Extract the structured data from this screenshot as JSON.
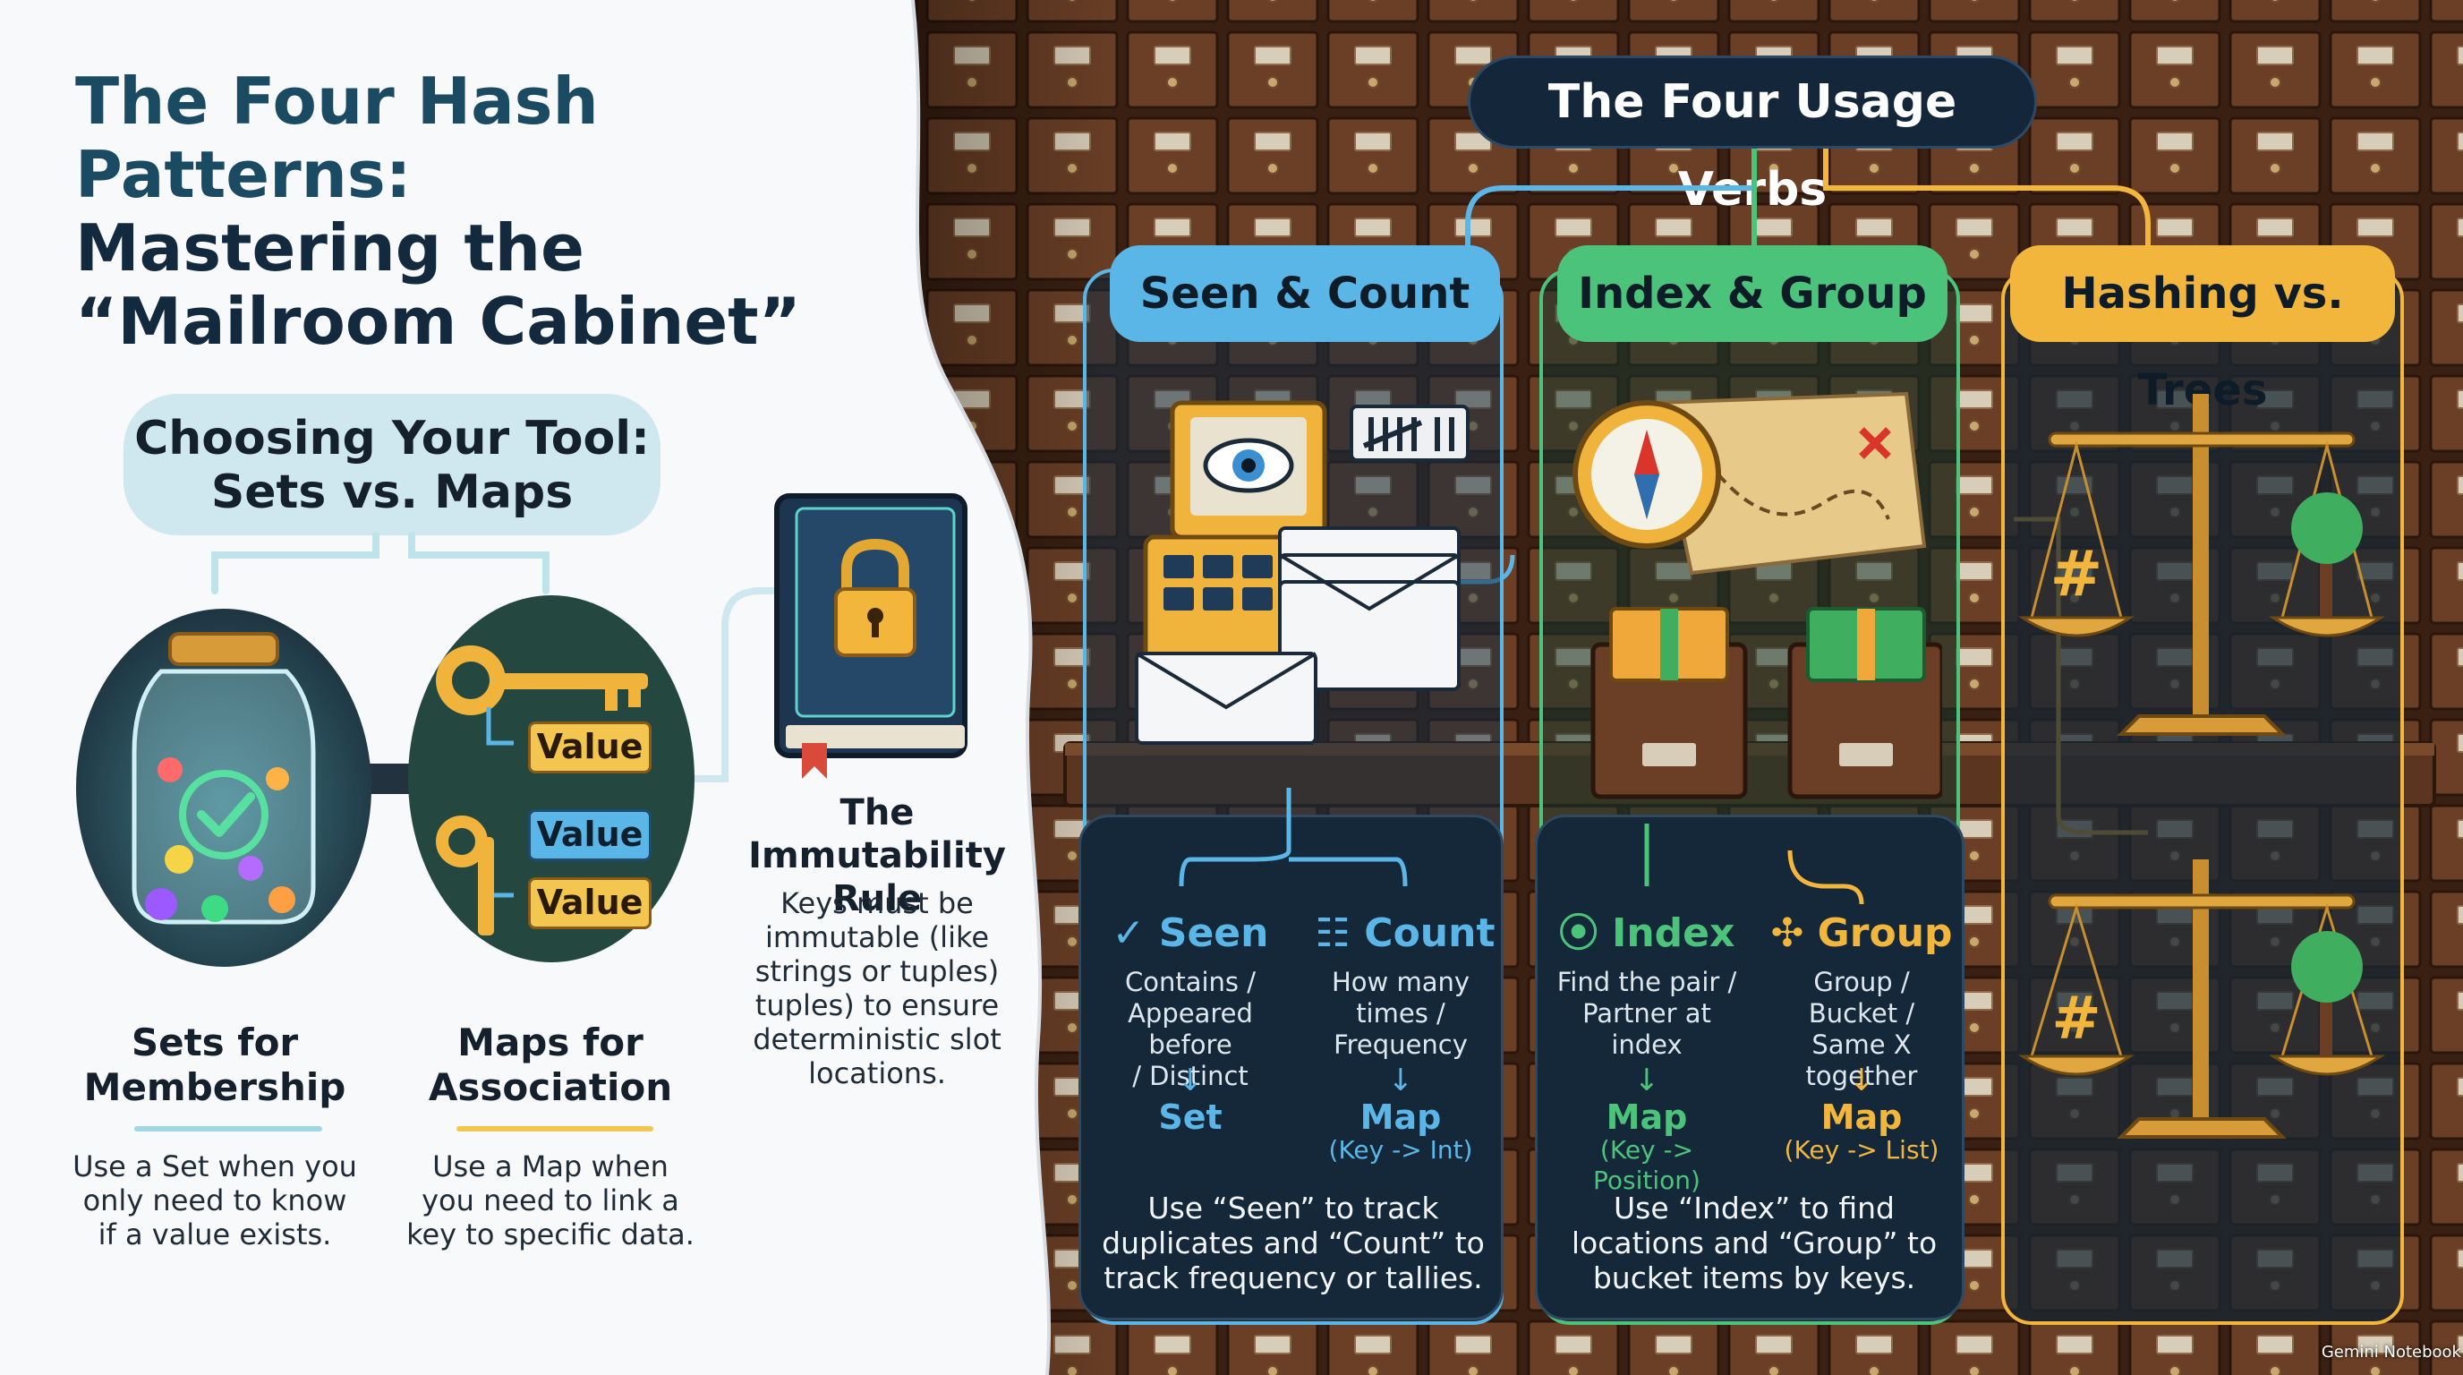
{
  "title": {
    "line1": "The Four Hash Patterns:",
    "line2": "Mastering the",
    "line3": "“Mailroom Cabinet”"
  },
  "choosing": {
    "line1": "Choosing Your Tool:",
    "line2": "Sets vs. Maps"
  },
  "sets": {
    "title_l1": "Sets for",
    "title_l2": "Membership",
    "desc": "Use a Set when you only need to know if a value exists.",
    "color": "#9fd8e4"
  },
  "maps": {
    "title_l1": "Maps for",
    "title_l2": "Association",
    "desc": "Use a Map when you need to link a key to specific data.",
    "color": "#f3c74f",
    "value_labels": [
      "Value",
      "Value",
      "Value"
    ]
  },
  "immutability": {
    "title": "The Immutability Rule",
    "desc": "Keys must be immutable (like strings or tuples) tuples) to ensure deterministic slot locations."
  },
  "usage": {
    "title": "The Four Usage Verbs"
  },
  "panels": {
    "seen_count": {
      "tab": "Seen & Count",
      "color": "#5bb6e8",
      "seen": {
        "label": "Seen",
        "icon": "check-circle-icon",
        "desc_l1": "Contains /",
        "desc_l2": "Appeared before",
        "desc_l3": "/ Distinct",
        "arrow": "↓",
        "target": "Set"
      },
      "count": {
        "label": "Count",
        "icon": "calendar-icon",
        "desc_l1": "How many",
        "desc_l2": "times /",
        "desc_l3": "Frequency",
        "arrow": "↓",
        "target": "Map",
        "sub": "(Key -> Int)"
      },
      "footer": "Use “Seen” to track duplicates and “Count” to track frequency or tallies."
    },
    "index_group": {
      "tab": "Index & Group",
      "color": "#4cc37a",
      "accent": "#f0b53c",
      "index": {
        "label": "Index",
        "icon": "map-pin-icon",
        "desc_l1": "Find the pair /",
        "desc_l2": "Partner at",
        "desc_l3": "index",
        "arrow": "↓",
        "target": "Map",
        "sub": "(Key -> Position)"
      },
      "group": {
        "label": "Group",
        "icon": "cluster-icon",
        "desc_l1": "Group /",
        "desc_l2": "Bucket /",
        "desc_l3": "Same X together",
        "arrow": "↓",
        "target": "Map",
        "sub": "(Key -> List)"
      },
      "footer": "Use “Index” to find locations and “Group” to bucket items by keys."
    },
    "hashing_trees": {
      "tab": "Hashing vs. Trees",
      "color": "#f3b63c"
    }
  },
  "watermark": "Gemini Notebook"
}
